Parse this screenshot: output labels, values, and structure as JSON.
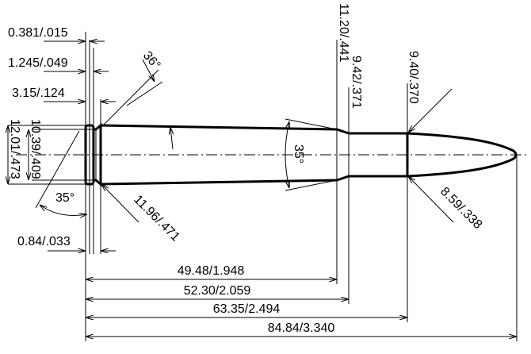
{
  "dimensions": {
    "rim_thickness": "0.381/.015",
    "rim_groove": "1.245/.049",
    "groove_length": "3.15/.124",
    "rim_bevel": "0.84/.033",
    "rim_diameter": "12.01/.473",
    "groove_diameter": "10.39/.409",
    "base_diameter": "11.96/.471",
    "shoulder_diameter": "11.20/.441",
    "neck_diameter": "9.42/.371",
    "bullet_diameter": "9.40/.370",
    "bullet_base_diameter": "8.59/.338",
    "shoulder_length": "49.48/1.948",
    "case_length": "52.30/2.059",
    "neck_end_length": "63.35/2.494",
    "overall_length": "84.84/3.340"
  },
  "angles": {
    "groove_angle": "36°",
    "rim_angle": "35°",
    "shoulder_angle": "35°"
  }
}
